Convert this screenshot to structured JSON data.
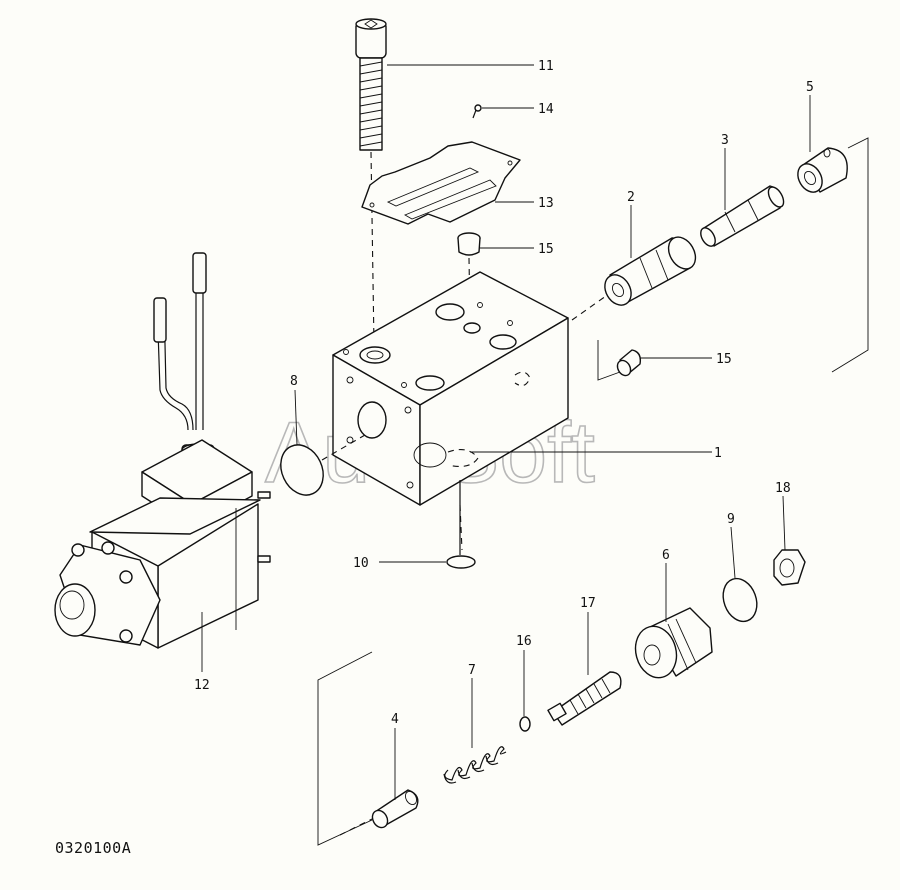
{
  "figure_code": "0320100A",
  "watermark": "AutoSoft",
  "callouts": [
    {
      "id": "c1",
      "label": "1"
    },
    {
      "id": "c2",
      "label": "2"
    },
    {
      "id": "c3",
      "label": "3"
    },
    {
      "id": "c4",
      "label": "4"
    },
    {
      "id": "c5",
      "label": "5"
    },
    {
      "id": "c6",
      "label": "6"
    },
    {
      "id": "c7",
      "label": "7"
    },
    {
      "id": "c8",
      "label": "8"
    },
    {
      "id": "c9",
      "label": "9"
    },
    {
      "id": "c10",
      "label": "10"
    },
    {
      "id": "c11",
      "label": "11"
    },
    {
      "id": "c12",
      "label": "12"
    },
    {
      "id": "c13",
      "label": "13"
    },
    {
      "id": "c14",
      "label": "14"
    },
    {
      "id": "c15a",
      "label": "15"
    },
    {
      "id": "c15b",
      "label": "15"
    },
    {
      "id": "c16",
      "label": "16"
    },
    {
      "id": "c17",
      "label": "17"
    },
    {
      "id": "c18",
      "label": "18"
    }
  ]
}
